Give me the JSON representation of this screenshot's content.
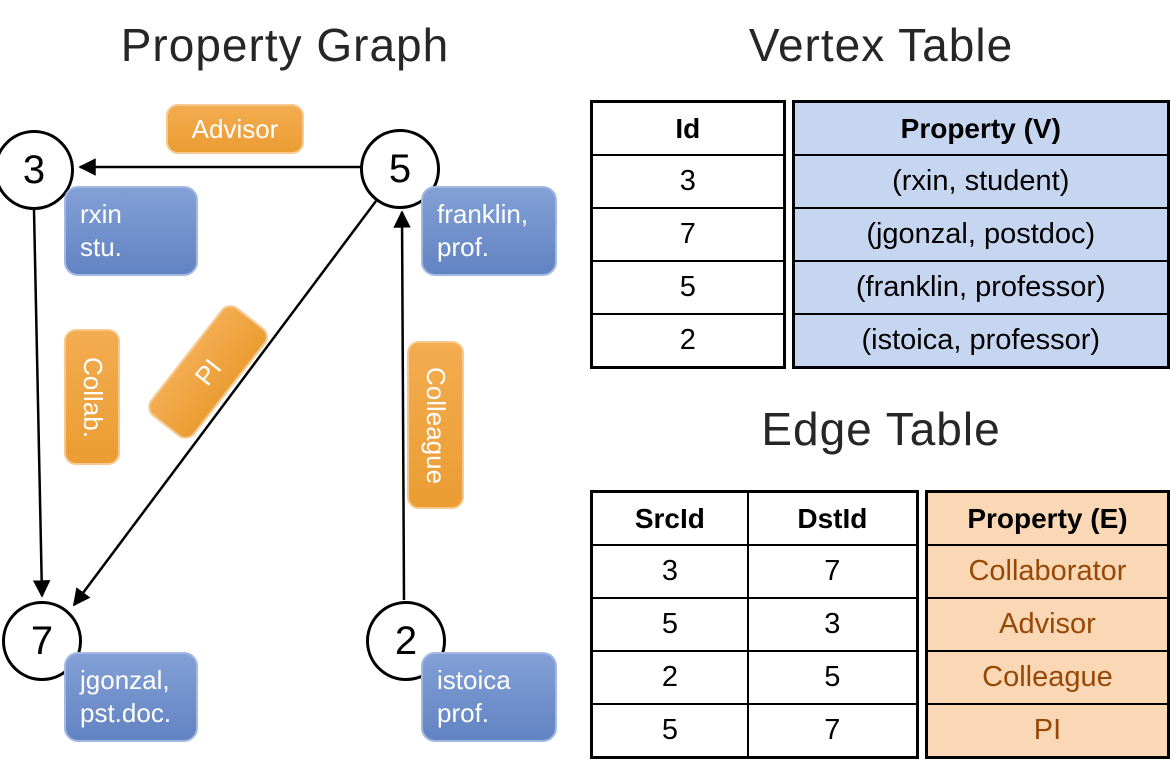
{
  "graph": {
    "title": "Property Graph",
    "vertices": [
      {
        "id": "3",
        "label_lines": [
          "rxin",
          "stu."
        ]
      },
      {
        "id": "5",
        "label_lines": [
          "franklin,",
          "prof."
        ]
      },
      {
        "id": "7",
        "label_lines": [
          "jgonzal,",
          "pst.doc."
        ]
      },
      {
        "id": "2",
        "label_lines": [
          "istoica",
          "prof."
        ]
      }
    ],
    "edges": [
      {
        "label": "Advisor",
        "from": "5",
        "to": "3"
      },
      {
        "label": "Collab.",
        "from": "3",
        "to": "7"
      },
      {
        "label": "PI",
        "from": "5",
        "to": "7"
      },
      {
        "label": "Colleague",
        "from": "2",
        "to": "5"
      }
    ]
  },
  "vertex_table": {
    "title": "Vertex Table",
    "columns": [
      "Id",
      "Property (V)"
    ],
    "rows": [
      [
        "3",
        "(rxin, student)"
      ],
      [
        "7",
        "(jgonzal, postdoc)"
      ],
      [
        "5",
        "(franklin, professor)"
      ],
      [
        "2",
        "(istoica, professor)"
      ]
    ]
  },
  "edge_table": {
    "title": "Edge Table",
    "columns": [
      "SrcId",
      "DstId",
      "Property (E)"
    ],
    "rows": [
      [
        "3",
        "7",
        "Collaborator"
      ],
      [
        "5",
        "3",
        "Advisor"
      ],
      [
        "2",
        "5",
        "Colleague"
      ],
      [
        "5",
        "7",
        "PI"
      ]
    ]
  },
  "colors": {
    "vertex_box_fill": "#7293cb",
    "vertex_box_border": "#a3b9e3",
    "edge_box_fill": "#efa443",
    "edge_box_border": "#f5c98f",
    "vertex_table_cell_fill": "#c6d6f0",
    "edge_table_cell_fill": "#fbd8b5",
    "edge_table_text": "#974706",
    "line_color": "#000000"
  }
}
